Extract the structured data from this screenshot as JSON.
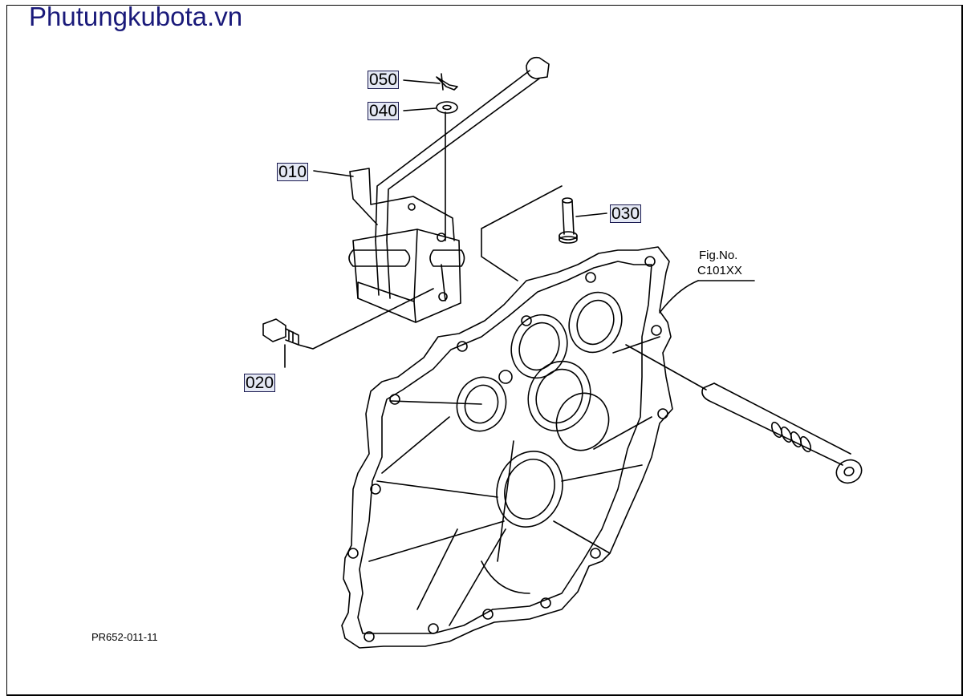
{
  "watermark": "Phutungkubota.vn",
  "figure": {
    "fig_label": "Fig.No.",
    "fig_number": "C101XX",
    "drawing_code": "PR652-011-11"
  },
  "parts": [
    {
      "id": "050"
    },
    {
      "id": "040"
    },
    {
      "id": "010"
    },
    {
      "id": "030"
    },
    {
      "id": "020"
    }
  ],
  "colors": {
    "watermark": "#1a1a7a",
    "label_bg": "#e4e8f4",
    "line": "#000000"
  }
}
